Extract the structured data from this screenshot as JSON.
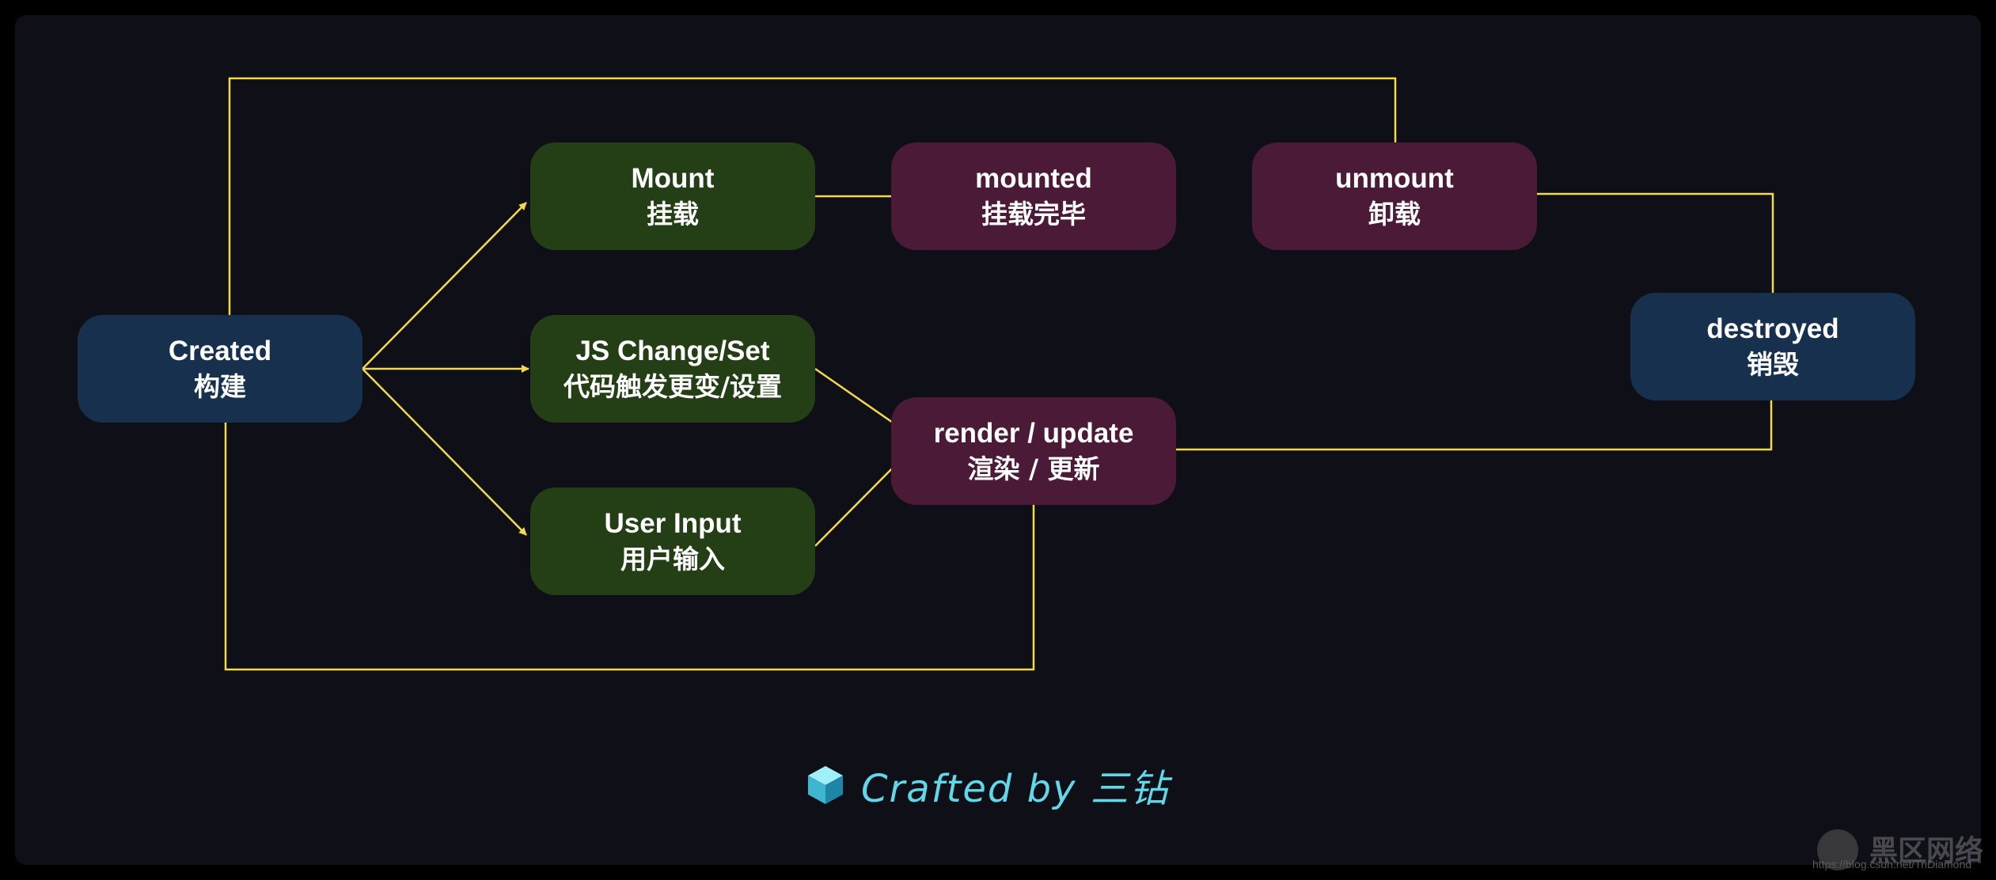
{
  "nodes": {
    "created": {
      "en": "Created",
      "zh": "构建"
    },
    "mount": {
      "en": "Mount",
      "zh": "挂载"
    },
    "mounted": {
      "en": "mounted",
      "zh": "挂载完毕"
    },
    "unmount": {
      "en": "unmount",
      "zh": "卸载"
    },
    "destroyed": {
      "en": "destroyed",
      "zh": "销毁"
    },
    "js_change": {
      "en": "JS Change/Set",
      "zh": "代码触发更变/设置"
    },
    "user_input": {
      "en": "User Input",
      "zh": "用户输入"
    },
    "render_update": {
      "en": "render / update",
      "zh": "渲染 / 更新"
    }
  },
  "credit": {
    "text": "Crafted by 三钻"
  },
  "watermark": {
    "text": "黑区网络",
    "url": "https://blog.csdn.net/TriDiamond"
  },
  "colors": {
    "background": "#0f0f17",
    "edge": "#f2d94e",
    "lifecycle_node": "#17304d",
    "trigger_node": "#243f16",
    "hook_node": "#4a1a36",
    "credit": "#62d7e8"
  }
}
